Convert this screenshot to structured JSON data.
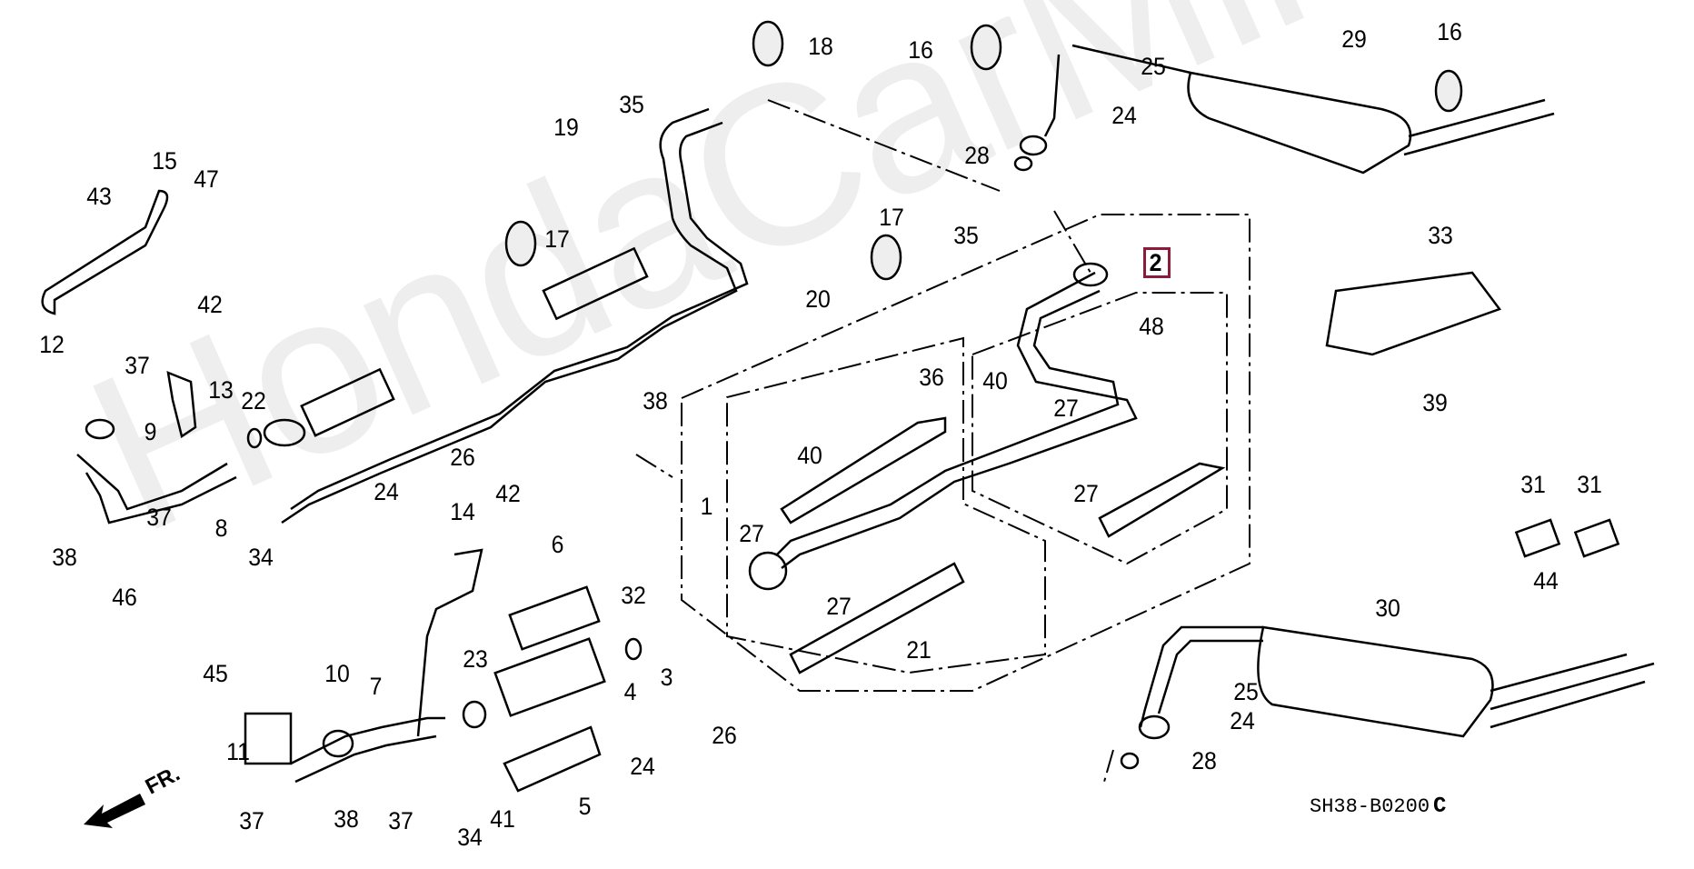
{
  "diagram": {
    "title": "Exhaust system parts diagram",
    "diagram_code": "SH38-B0200",
    "diagram_code_suffix": "C",
    "watermark": "HondaCarMine.ru",
    "direction_indicator": "FR.",
    "highlight_color": "#8c1a3a",
    "highlighted_part": "2",
    "callouts": [
      {
        "id": "c-18",
        "label": "18"
      },
      {
        "id": "c-16a",
        "label": "16"
      },
      {
        "id": "c-16b",
        "label": "16"
      },
      {
        "id": "c-29",
        "label": "29"
      },
      {
        "id": "c-25a",
        "label": "25"
      },
      {
        "id": "c-24a",
        "label": "24"
      },
      {
        "id": "c-28a",
        "label": "28"
      },
      {
        "id": "c-35a",
        "label": "35"
      },
      {
        "id": "c-19",
        "label": "19"
      },
      {
        "id": "c-15",
        "label": "15"
      },
      {
        "id": "c-43",
        "label": "43"
      },
      {
        "id": "c-47",
        "label": "47"
      },
      {
        "id": "c-17a",
        "label": "17"
      },
      {
        "id": "c-17b",
        "label": "17"
      },
      {
        "id": "c-35b",
        "label": "35"
      },
      {
        "id": "c-2",
        "label": "2"
      },
      {
        "id": "c-33",
        "label": "33"
      },
      {
        "id": "c-20",
        "label": "20"
      },
      {
        "id": "c-48",
        "label": "48"
      },
      {
        "id": "c-42a",
        "label": "42"
      },
      {
        "id": "c-12",
        "label": "12"
      },
      {
        "id": "c-37a",
        "label": "37"
      },
      {
        "id": "c-13",
        "label": "13"
      },
      {
        "id": "c-22",
        "label": "22"
      },
      {
        "id": "c-36",
        "label": "36"
      },
      {
        "id": "c-40a",
        "label": "40"
      },
      {
        "id": "c-27a",
        "label": "27"
      },
      {
        "id": "c-39",
        "label": "39"
      },
      {
        "id": "c-38a",
        "label": "38"
      },
      {
        "id": "c-9",
        "label": "9"
      },
      {
        "id": "c-26a",
        "label": "26"
      },
      {
        "id": "c-24b",
        "label": "24"
      },
      {
        "id": "c-40b",
        "label": "40"
      },
      {
        "id": "c-27b",
        "label": "27"
      },
      {
        "id": "c-1",
        "label": "1"
      },
      {
        "id": "c-37b",
        "label": "37"
      },
      {
        "id": "c-8",
        "label": "8"
      },
      {
        "id": "c-38b",
        "label": "38"
      },
      {
        "id": "c-34a",
        "label": "34"
      },
      {
        "id": "c-14",
        "label": "14"
      },
      {
        "id": "c-42b",
        "label": "42"
      },
      {
        "id": "c-6",
        "label": "6"
      },
      {
        "id": "c-27c",
        "label": "27"
      },
      {
        "id": "c-31a",
        "label": "31"
      },
      {
        "id": "c-31b",
        "label": "31"
      },
      {
        "id": "c-46",
        "label": "46"
      },
      {
        "id": "c-44",
        "label": "44"
      },
      {
        "id": "c-32",
        "label": "32"
      },
      {
        "id": "c-27d",
        "label": "27"
      },
      {
        "id": "c-30",
        "label": "30"
      },
      {
        "id": "c-21",
        "label": "21"
      },
      {
        "id": "c-23",
        "label": "23"
      },
      {
        "id": "c-3",
        "label": "3"
      },
      {
        "id": "c-4",
        "label": "4"
      },
      {
        "id": "c-45",
        "label": "45"
      },
      {
        "id": "c-10",
        "label": "10"
      },
      {
        "id": "c-7",
        "label": "7"
      },
      {
        "id": "c-26b",
        "label": "26"
      },
      {
        "id": "c-25b",
        "label": "25"
      },
      {
        "id": "c-24c",
        "label": "24"
      },
      {
        "id": "c-11",
        "label": "11"
      },
      {
        "id": "c-24d",
        "label": "24"
      },
      {
        "id": "c-28b",
        "label": "28"
      },
      {
        "id": "c-37c",
        "label": "37"
      },
      {
        "id": "c-37d",
        "label": "37"
      },
      {
        "id": "c-38c",
        "label": "38"
      },
      {
        "id": "c-34b",
        "label": "34"
      },
      {
        "id": "c-41",
        "label": "41"
      },
      {
        "id": "c-5",
        "label": "5"
      }
    ]
  }
}
